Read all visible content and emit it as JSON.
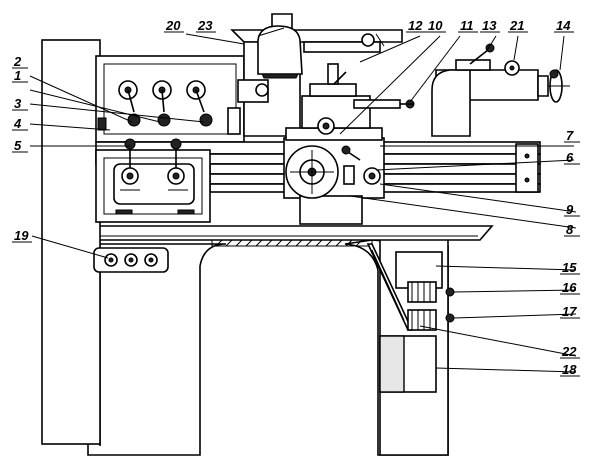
{
  "figure": {
    "callouts": [
      {
        "id": "c1",
        "label": "1"
      },
      {
        "id": "c2",
        "label": "2"
      },
      {
        "id": "c3",
        "label": "3"
      },
      {
        "id": "c4",
        "label": "4"
      },
      {
        "id": "c5",
        "label": "5"
      },
      {
        "id": "c6",
        "label": "6"
      },
      {
        "id": "c7",
        "label": "7"
      },
      {
        "id": "c8",
        "label": "8"
      },
      {
        "id": "c9",
        "label": "9"
      },
      {
        "id": "c10",
        "label": "10"
      },
      {
        "id": "c11",
        "label": "11"
      },
      {
        "id": "c12",
        "label": "12"
      },
      {
        "id": "c13",
        "label": "13"
      },
      {
        "id": "c14",
        "label": "14"
      },
      {
        "id": "c15",
        "label": "15"
      },
      {
        "id": "c16",
        "label": "16"
      },
      {
        "id": "c17",
        "label": "17"
      },
      {
        "id": "c18",
        "label": "18"
      },
      {
        "id": "c19",
        "label": "19"
      },
      {
        "id": "c20",
        "label": "20"
      },
      {
        "id": "c21",
        "label": "21"
      },
      {
        "id": "c22",
        "label": "22"
      },
      {
        "id": "c23",
        "label": "23"
      }
    ]
  }
}
